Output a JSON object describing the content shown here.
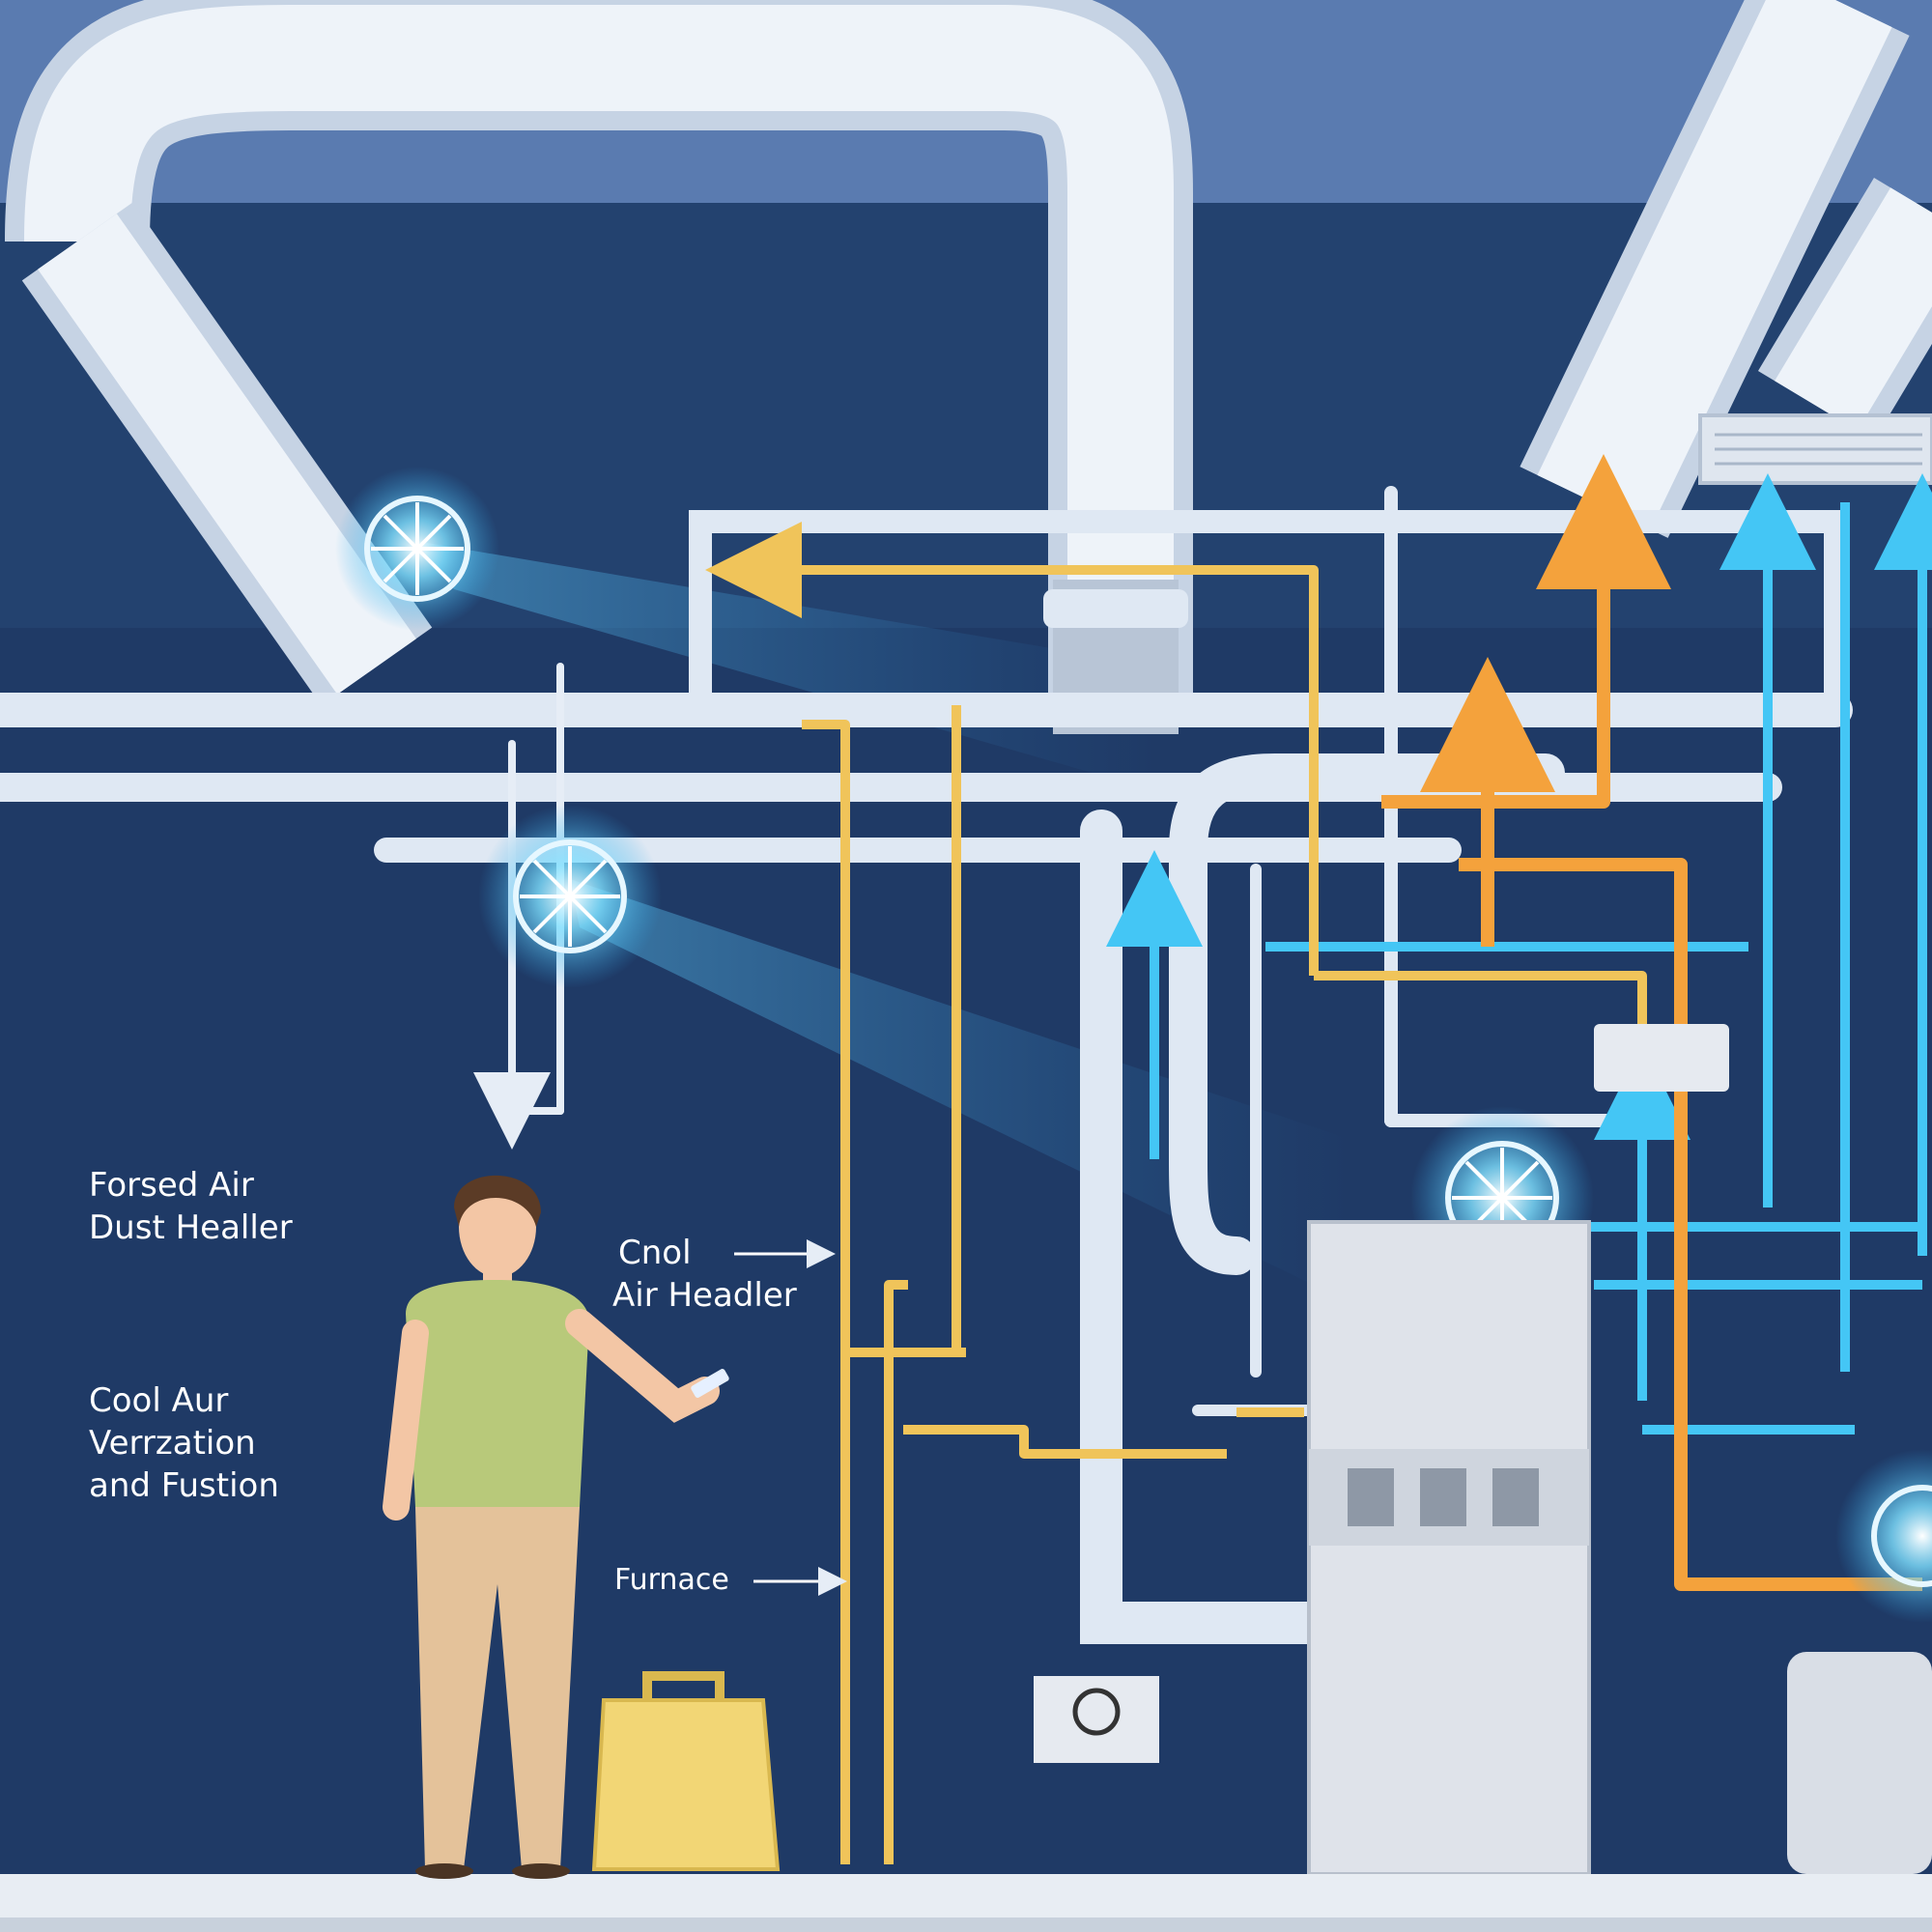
{
  "labels": {
    "forced_air": {
      "line1": "Forsed Air",
      "line2": "Dust Healler"
    },
    "cool_air_header": {
      "line1": "Cnol",
      "line2": "Air Headler"
    },
    "cool_air_ventilation": {
      "line1": "Cool Aur",
      "line2": "Verrzation",
      "line3": "and Fustion"
    },
    "furnace": {
      "text": "Furnace"
    }
  },
  "colors": {
    "background": "#1f3a66",
    "ceiling": "#5a7bb0",
    "duct": "#e6edf6",
    "pipe": "#dfe8f3",
    "cool_line": "#44c6f5",
    "warm_line": "#f4a23c",
    "yellow_line": "#f0c45a",
    "furnace": "#dfe3ea",
    "floor": "#e8edf3"
  },
  "icons": [
    "fan-icon",
    "vent-grille-icon",
    "smartphone-icon",
    "bag-icon",
    "outlet-icon",
    "arrow-icon"
  ]
}
